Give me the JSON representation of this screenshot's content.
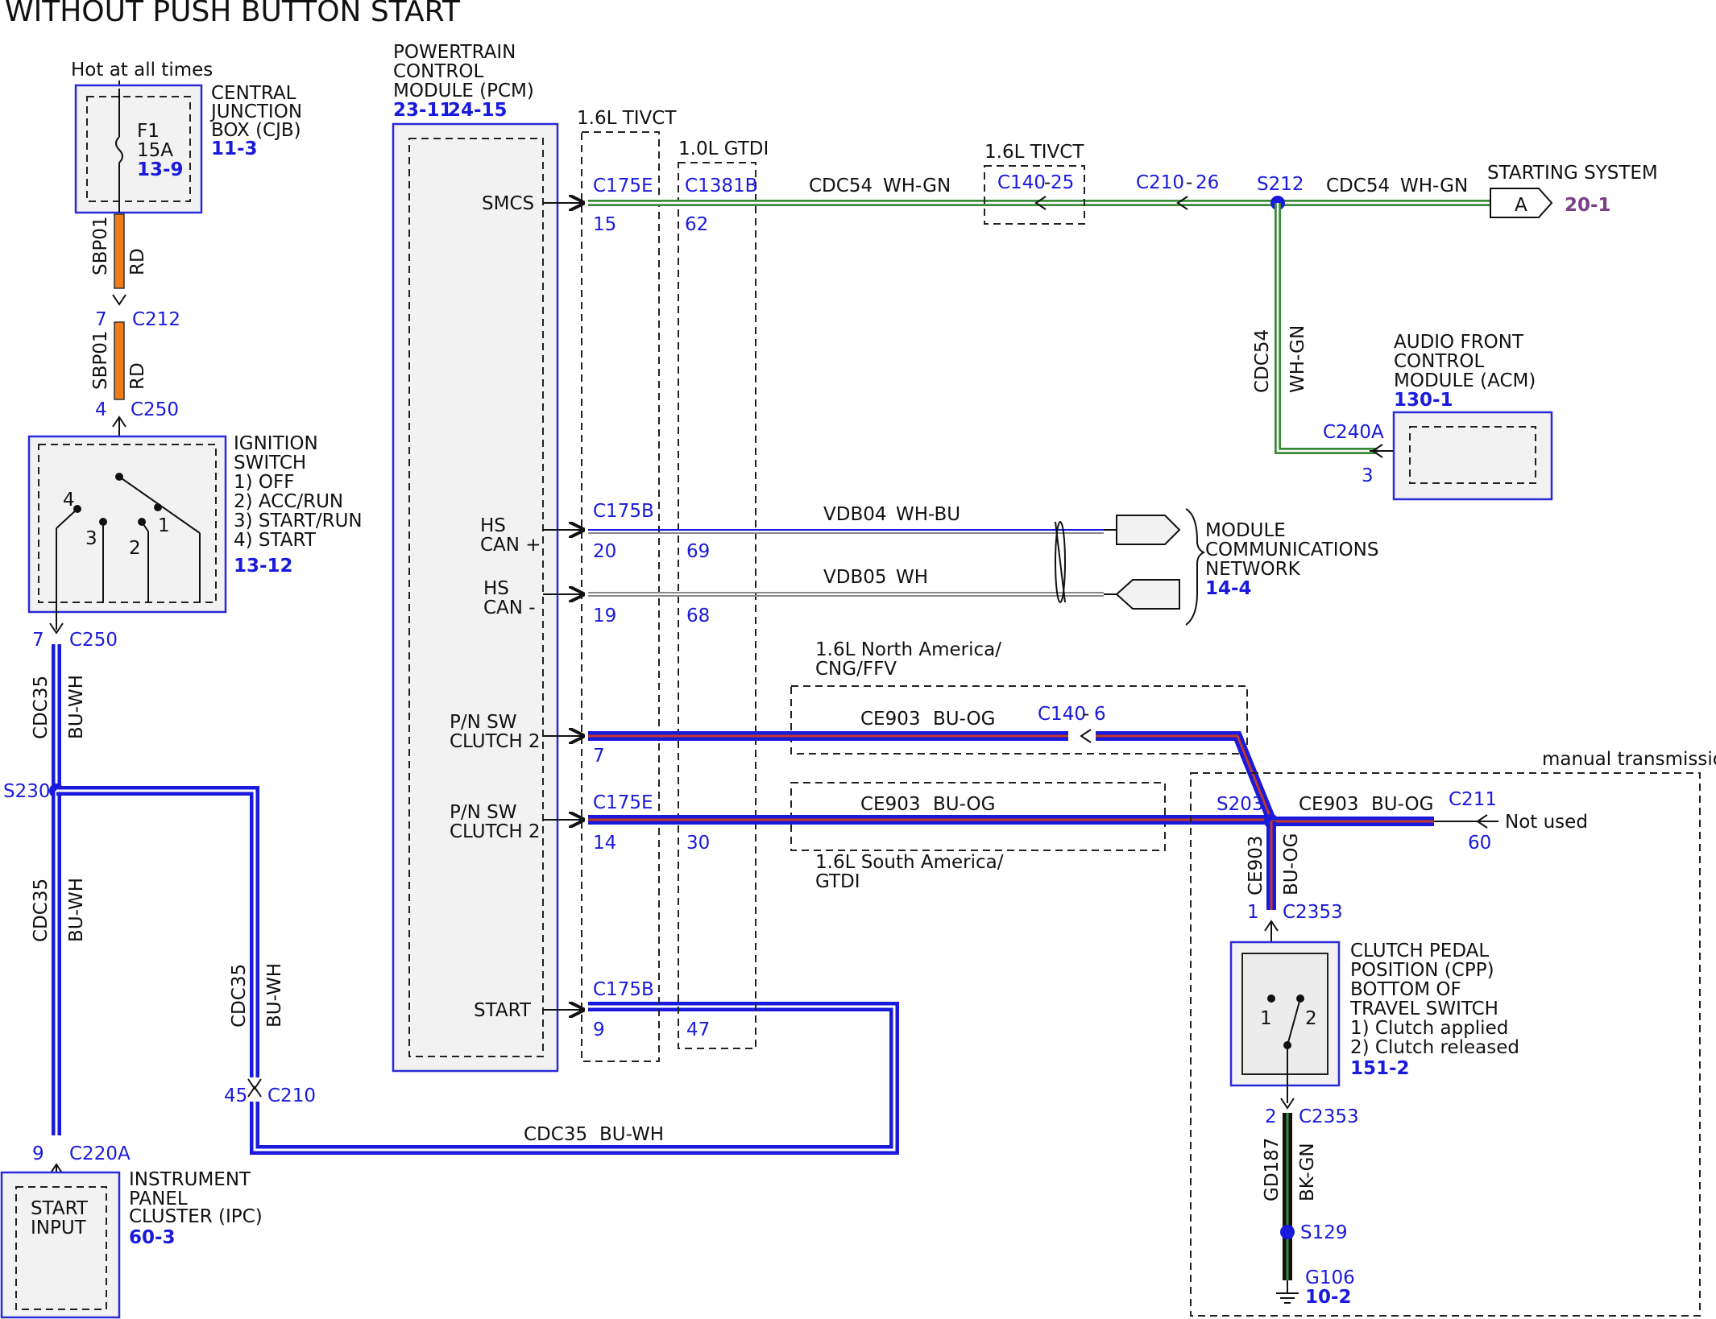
{
  "title": "WITHOUT PUSH BUTTON START",
  "cjb": {
    "hot_label": "Hot at all times",
    "name_lines": [
      "CENTRAL",
      "JUNCTION",
      "BOX (CJB)"
    ],
    "ref": "11-3",
    "fuse_name": "F1",
    "fuse_amps": "15A",
    "fuse_ref": "13-9"
  },
  "wire_sbp01_a": {
    "circuit": "SBP01",
    "color": "RD"
  },
  "wire_sbp01_b": {
    "circuit": "SBP01",
    "color": "RD"
  },
  "c212": {
    "pin": "7",
    "name": "C212"
  },
  "c250_top": {
    "pin": "4",
    "name": "C250"
  },
  "ignition": {
    "name_lines": [
      "IGNITION",
      "SWITCH",
      "1) OFF",
      "2) ACC/RUN",
      "3) START/RUN",
      "4) START"
    ],
    "ref": "13-12",
    "pos4": "4",
    "pos3": "3",
    "pos2": "2",
    "pos1": "1"
  },
  "c250_bottom": {
    "pin": "7",
    "name": "C250"
  },
  "wire_cdc35_a": {
    "circuit": "CDC35",
    "color": "BU-WH"
  },
  "s230": "S230",
  "wire_cdc35_b": {
    "circuit": "CDC35",
    "color": "BU-WH"
  },
  "wire_cdc35_c": {
    "circuit": "CDC35",
    "color": "BU-WH"
  },
  "c210_ipc": {
    "pin": "45",
    "name": "C210"
  },
  "c220a": {
    "pin": "9",
    "name": "C220A"
  },
  "ipc": {
    "inner_lines": [
      "START",
      "INPUT"
    ],
    "name_lines": [
      "INSTRUMENT",
      "PANEL",
      "CLUSTER (IPC)"
    ],
    "ref": "60-3"
  },
  "wire_cdc35_bottom": {
    "circuit": "CDC35",
    "color": "BU-WH"
  },
  "pcm": {
    "name_lines": [
      "POWERTRAIN",
      "CONTROL",
      "MODULE (PCM)"
    ],
    "ref1": "23-11",
    "ref2": "24-15",
    "pins": {
      "smcs": "SMCS",
      "hs_can_plus": [
        "HS",
        "CAN +"
      ],
      "hs_can_minus": [
        "HS",
        "CAN -"
      ],
      "pn_sw_1": [
        "P/N SW",
        "CLUTCH 2"
      ],
      "pn_sw_2": [
        "P/N SW",
        "CLUTCH 2"
      ],
      "start": "START"
    }
  },
  "variant_16_tivct": "1.6L TIVCT",
  "variant_10_gtdi": "1.0L GTDI",
  "smcs_row": {
    "conn1": "C175E",
    "pin1": "15",
    "conn2": "C1381B",
    "pin2": "62",
    "circuit": "CDC54",
    "color": "WH-GN",
    "tivct_label": "1.6L TIVCT",
    "c140": "C140",
    "c140_pin": "25",
    "c210": "C210",
    "c210_pin": "26",
    "splice": "S212",
    "circuit2": "CDC54",
    "color2": "WH-GN",
    "arrow_letter": "A",
    "dest_label": "STARTING SYSTEM",
    "dest_ref": "20-1"
  },
  "acm_branch": {
    "circuit": "CDC54",
    "color": "WH-GN",
    "conn": "C240A",
    "pin": "3",
    "name_lines": [
      "AUDIO FRONT",
      "CONTROL",
      "MODULE (ACM)"
    ],
    "ref": "130-1"
  },
  "can_rows": {
    "conn": "C175B",
    "plus_pin1": "20",
    "plus_pin2": "69",
    "minus_pin1": "19",
    "minus_pin2": "68",
    "plus_circuit": "VDB04",
    "plus_color": "WH-BU",
    "minus_circuit": "VDB05",
    "minus_color": "WH",
    "network_lines": [
      "MODULE",
      "COMMUNICATIONS",
      "NETWORK"
    ],
    "network_ref": "14-4"
  },
  "pn_row1": {
    "variant_lines": [
      "1.6L North America/",
      "CNG/FFV"
    ],
    "pin": "7",
    "circuit": "CE903",
    "color": "BU-OG",
    "c140": "C140",
    "c140_pin": "6"
  },
  "pn_row2": {
    "conn": "C175E",
    "pin1": "14",
    "pin2": "30",
    "circuit": "CE903",
    "color": "BU-OG",
    "variant_lines": [
      "1.6L South America/",
      "GTDI"
    ]
  },
  "manual": {
    "label": "manual transmission",
    "splice": "S203",
    "circuit": "CE903",
    "color": "BU-OG",
    "c211": "C211",
    "c211_pin": "60",
    "not_used": "Not used",
    "vert_circuit": "CE903",
    "vert_color": "BU-OG",
    "c2353_top_pin": "1",
    "c2353_top": "C2353",
    "cpp_lines": [
      "CLUTCH PEDAL",
      "POSITION (CPP)",
      "BOTTOM OF",
      "TRAVEL SWITCH",
      "1) Clutch applied",
      "2) Clutch released"
    ],
    "cpp_ref": "151-2",
    "cpp_pos1": "1",
    "cpp_pos2": "2",
    "c2353_bot_pin": "2",
    "c2353_bot": "C2353",
    "ground_circuit": "GD187",
    "ground_color": "BK-GN",
    "s129": "S129",
    "g106": "G106",
    "g106_ref": "10-2"
  },
  "start_row": {
    "conn": "C175B",
    "pin1": "9",
    "pin2": "47"
  },
  "colors": {
    "blue": "#1a1adc",
    "orange": "#f07d1a",
    "green": "#3a8a3a",
    "red_stripe": "#c0392b",
    "purple": "#7a3f86"
  }
}
